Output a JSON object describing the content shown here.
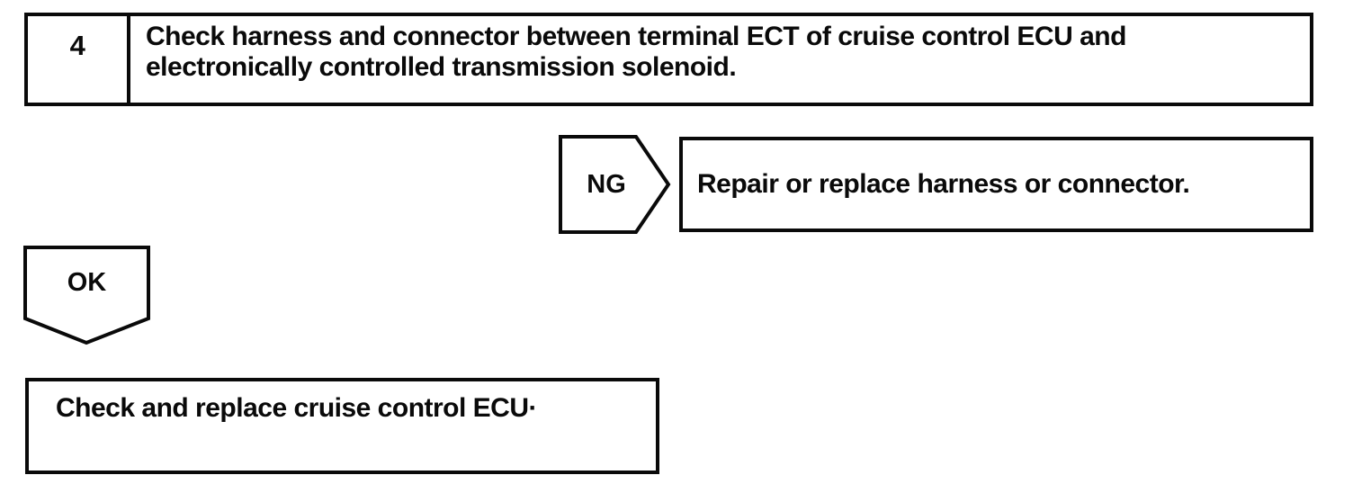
{
  "diagram": {
    "title_hint": "cruise-control diagnostic flowchart step",
    "step": {
      "number": "4",
      "instruction_lines": [
        "Check harness and connector between terminal ECT of cruise control ECU and",
        "electronically controlled transmission solenoid."
      ]
    },
    "ng_branch": {
      "label": "NG",
      "action": "Repair or replace harness or connector."
    },
    "ok_branch": {
      "label": "OK",
      "action": "Check and replace cruise control ECU·"
    },
    "colors": {
      "ink": "#0a0a0a",
      "paper": "#ffffff"
    }
  }
}
